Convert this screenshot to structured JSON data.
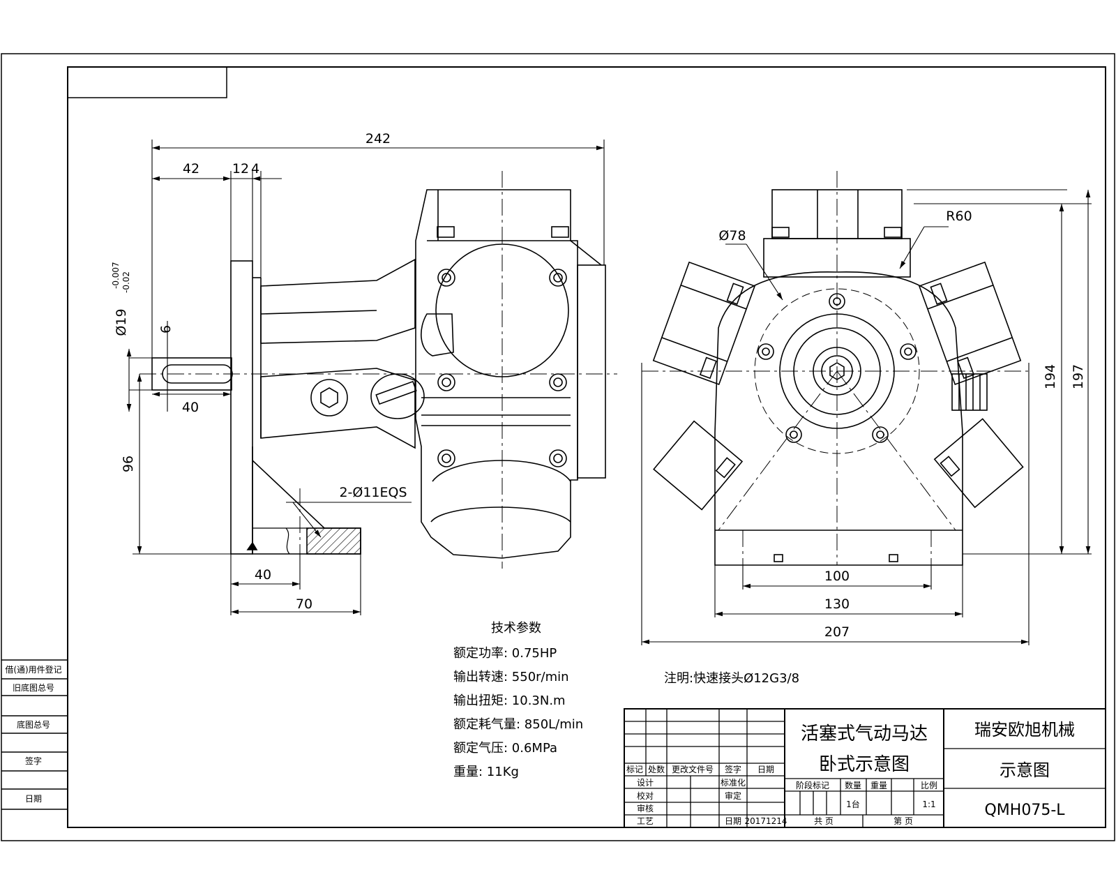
{
  "dimensions": {
    "side": {
      "overall_length": "242",
      "flange_offset": "42",
      "flange_thk": "12",
      "gap": "4",
      "shaft_dia": "Ø19(-0.007-0.02)",
      "shaft_dia_main": "Ø19",
      "shaft_tol_upper": "-0.007",
      "shaft_tol_lower": "-0.02",
      "key_width": "6",
      "shaft_length": "40",
      "center_height": "96",
      "holes": "2-Ø11EQS",
      "base_inner": "40",
      "base_outer": "70"
    },
    "front": {
      "bolt_circle": "Ø78",
      "radius": "R60",
      "height_inner": "194",
      "height_outer": "197",
      "base_holes": "100",
      "base_width": "130",
      "overall_width": "207"
    }
  },
  "tech_params": {
    "title": "技术参数",
    "lines": [
      "额定功率: 0.75HP",
      "输出转速: 550r/min",
      "输出扭矩: 10.3N.m",
      "额定耗气量: 850L/min",
      "额定气压: 0.6MPa",
      "重量: 11Kg"
    ]
  },
  "note": "注明:快速接头Ø12G3/8",
  "title_block": {
    "product_name_line1": "活塞式气动马达",
    "product_name_line2": "卧式示意图",
    "company": "瑞安欧旭机械",
    "drawing_type": "示意图",
    "drawing_no": "QMH075-L",
    "change_header": [
      "标记",
      "处数",
      "更改文件号",
      "签字",
      "日期"
    ],
    "roles": [
      "设计",
      "校对",
      "审核",
      "工艺"
    ],
    "role_extra": [
      "标准化",
      "审定",
      "日期"
    ],
    "date": "20171214",
    "stage_header": [
      "阶段标记",
      "数量",
      "重量",
      "比例"
    ],
    "qty": "1台",
    "scale": "1:1",
    "sheet_total": "共 页",
    "sheet_no": "第 页"
  },
  "side_panel": [
    "借(通)用件登记",
    "旧底图总号",
    "底图总号",
    "签字",
    "日期"
  ]
}
